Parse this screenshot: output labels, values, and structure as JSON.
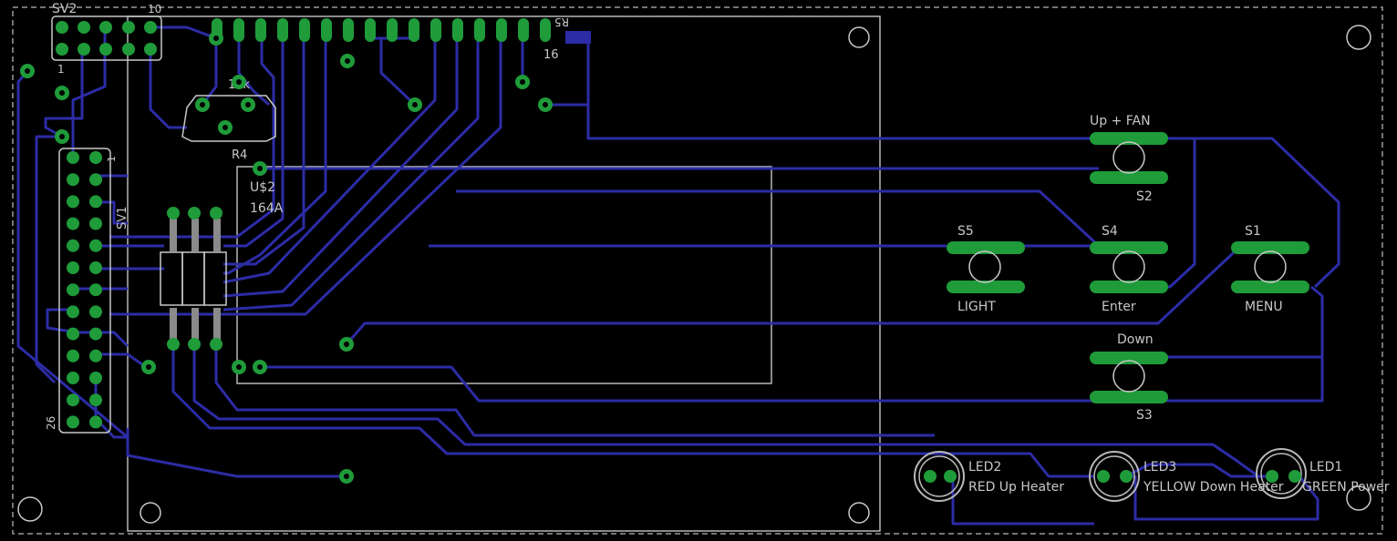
{
  "colors": {
    "background": "#000000",
    "trace": "#2c2ca6",
    "pad": "#1f9b3a",
    "silkscreen": "#c8c8c8",
    "board_outline": "#9a9a9a"
  },
  "labels": {
    "sv2": "SV2",
    "sv2_pin10": "10",
    "sv2_pin1": "1",
    "r5": "R5",
    "pin16": "16",
    "r4_value": "10k",
    "r4": "R4",
    "lcd_name": "U$2",
    "lcd_part": "164A",
    "sv1": "SV1",
    "sv1_pin1": "1",
    "sv1_pin26": "26",
    "s2_function": "Up + FAN",
    "s2": "S2",
    "s5": "S5",
    "s5_function": "LIGHT",
    "s4": "S4",
    "s4_function": "Enter",
    "s1": "S1",
    "s1_function": "MENU",
    "s3_function": "Down",
    "s3": "S3",
    "led2": "LED2",
    "led2_function": "RED Up Heater",
    "led3": "LED3",
    "led3_function": "YELLOW Down Heater",
    "led1": "LED1",
    "led1_function": "GREEN Power"
  }
}
